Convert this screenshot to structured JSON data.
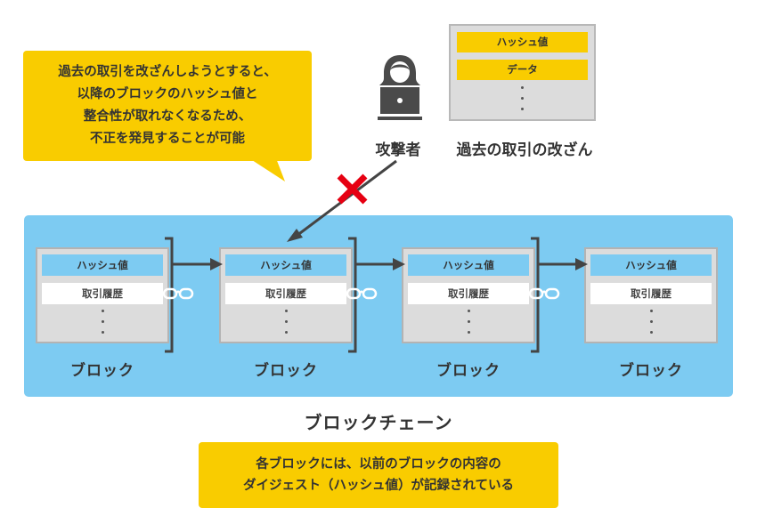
{
  "callout": {
    "lines": [
      "過去の取引を改ざんしようとすると、",
      "以降のブロックのハッシュ値と",
      "整合性が取れなくなるため、",
      "不正を発見することが可能"
    ]
  },
  "attacker": {
    "label": "攻撃者",
    "icon": "hacker-with-laptop-icon"
  },
  "tampering": {
    "label": "過去の取引の改ざん",
    "fields": [
      "ハッシュ値",
      "データ"
    ],
    "ellipsis": "⋮",
    "blocked_mark": "red-x-icon"
  },
  "chain": {
    "title": "ブロックチェーン",
    "blocks": [
      {
        "hash_label": "ハッシュ値",
        "tx_label": "取引履歴",
        "label": "ブロック"
      },
      {
        "hash_label": "ハッシュ値",
        "tx_label": "取引履歴",
        "label": "ブロック"
      },
      {
        "hash_label": "ハッシュ値",
        "tx_label": "取引履歴",
        "label": "ブロック"
      },
      {
        "hash_label": "ハッシュ値",
        "tx_label": "取引履歴",
        "label": "ブロック"
      }
    ],
    "link_icon": "chain-link-icon"
  },
  "note": {
    "lines": [
      "各ブロックには、以前のブロックの内容の",
      "ダイジェスト（ハッシュ値）が記録されている"
    ]
  },
  "colors": {
    "yellow": "#f9cc00",
    "blue": "#7dcbf2",
    "gray_block": "#dcdcdc",
    "dark": "#444444",
    "red": "#e60012"
  }
}
